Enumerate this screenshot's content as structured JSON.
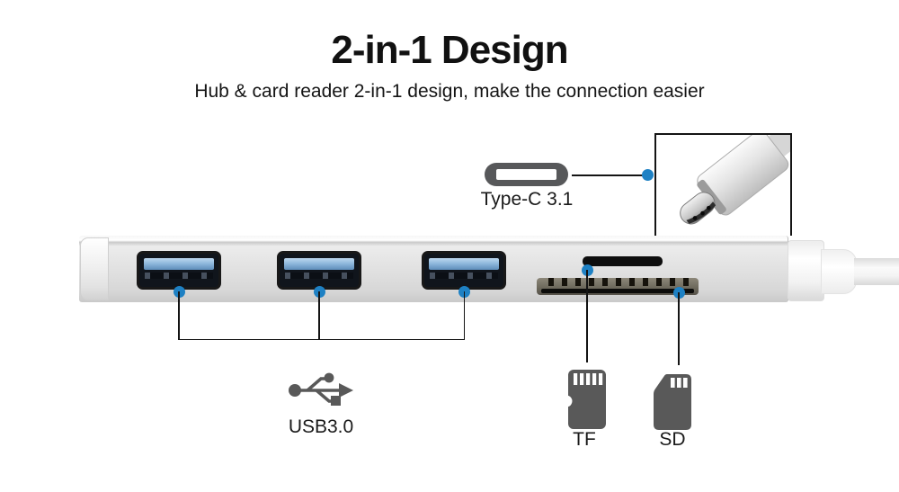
{
  "header": {
    "title": "2-in-1 Design",
    "subtitle": "Hub & card reader 2-in-1 design, make the connection easier"
  },
  "labels": {
    "typec": "Type-C 3.1",
    "usb": "USB3.0",
    "tf": "TF",
    "sd": "SD"
  },
  "device": {
    "usb_ports_visible": 3,
    "card_slots_visible": 2
  },
  "colors": {
    "accent_blue": "#1e81c4",
    "icon_gray": "#595959",
    "text_black": "#1a1a1a",
    "device_silver": "#dcdcdc"
  },
  "icons": {
    "typec": "typec-connector-icon",
    "usb": "usb-trident-icon",
    "tf": "tf-microsd-card-icon",
    "sd": "sd-card-icon"
  }
}
